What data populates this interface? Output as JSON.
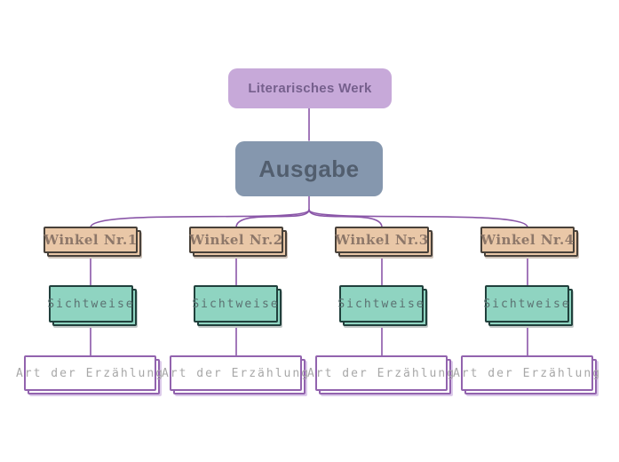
{
  "nodes": {
    "root_label": "Literarisches Werk",
    "edition_label": "Ausgabe"
  },
  "columns": [
    {
      "angle": "Winkel Nr.1",
      "perspective": "Sichtweise",
      "narration": "Art der Erzählung"
    },
    {
      "angle": "Winkel Nr.2",
      "perspective": "Sichtweise",
      "narration": "Art der Erzählung"
    },
    {
      "angle": "Winkel Nr.3",
      "perspective": "Sichtweise",
      "narration": "Art der Erzählung"
    },
    {
      "angle": "Winkel Nr.4",
      "perspective": "Sichtweise",
      "narration": "Art der Erzählung"
    }
  ],
  "colors": {
    "root_bg": "#c7a9d9",
    "root_text": "#76608d",
    "edition_bg": "#8597ae",
    "edition_text": "#525e6e",
    "angle_bg": "#e9c7a7",
    "angle_border": "#48413a",
    "angle_text": "#8d7769",
    "perspective_bg": "#8fd4c1",
    "perspective_border": "#20403c",
    "perspective_text": "#5b7171",
    "narration_bg": "#ffffff",
    "narration_border": "#9263ae",
    "narration_text": "#a8a8a8",
    "connector": "#8a56a8",
    "canvas_bg": "#ffffff"
  }
}
